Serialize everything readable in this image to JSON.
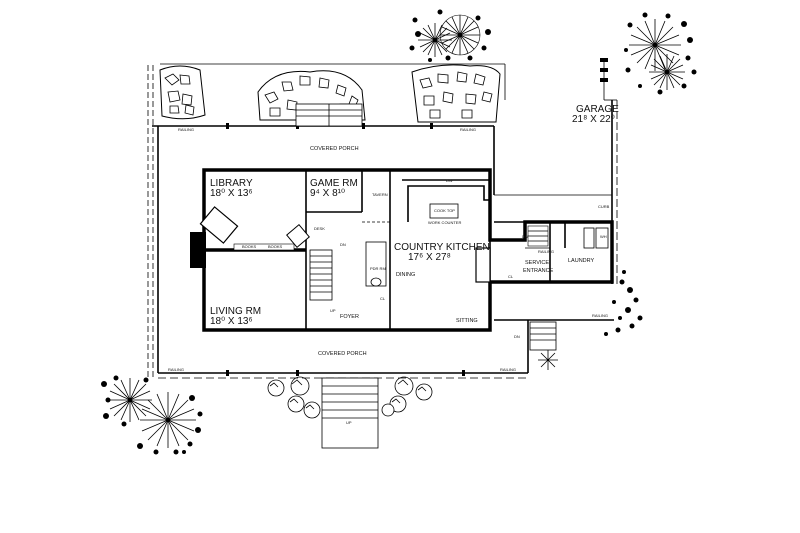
{
  "plan": {
    "rooms": {
      "library": {
        "name": "LIBRARY",
        "size": "18⁰ X 13⁶"
      },
      "game_room": {
        "name": "GAME RM",
        "size": "9⁴ X 8¹⁰"
      },
      "living_room": {
        "name": "LIVING RM",
        "size": "18⁰ X 13⁶"
      },
      "country_kitchen": {
        "name": "COUNTRY KITCHEN",
        "size": "17⁶ X 27⁸"
      },
      "garage": {
        "name": "GARAGE",
        "size": "21⁸ X 22⁰"
      }
    },
    "areas": {
      "covered_porch_top": "COVERED PORCH",
      "covered_porch_bottom": "COVERED PORCH",
      "foyer": "FOYER",
      "dining": "DINING",
      "sitting": "SITTING",
      "service_entrance_1": "SERVICE",
      "service_entrance_2": "ENTRANCE",
      "laundry": "LAUNDRY",
      "tavern": "TAVERN",
      "desk": "DESK",
      "work_counter": "WORK COUNTER",
      "cook_top": "COOK TOP",
      "dw": "DW",
      "pwdr_rm": "PDR RM",
      "curb": "CURB"
    },
    "small_labels": {
      "railing": "RAILING",
      "books": "BOOKS",
      "dn": "DN",
      "up": "UP",
      "cl": "CL",
      "wh": "WH"
    }
  }
}
